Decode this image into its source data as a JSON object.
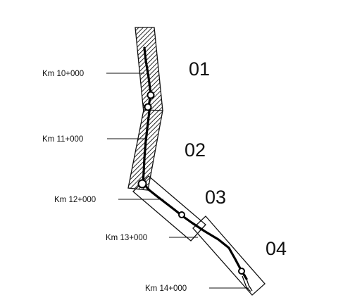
{
  "diagram": {
    "km_labels": {
      "km_10": "Km 10+000",
      "km_11": "Km 11+000",
      "km_12": "Km 12+000",
      "km_13": "Km 13+000",
      "km_14": "Km 14+000"
    },
    "section_labels": {
      "s01": "01",
      "s02": "02",
      "s03": "03",
      "s04": "04"
    },
    "colors": {
      "line": "#111111",
      "hatch": "#000000",
      "background": "#ffffff"
    }
  }
}
